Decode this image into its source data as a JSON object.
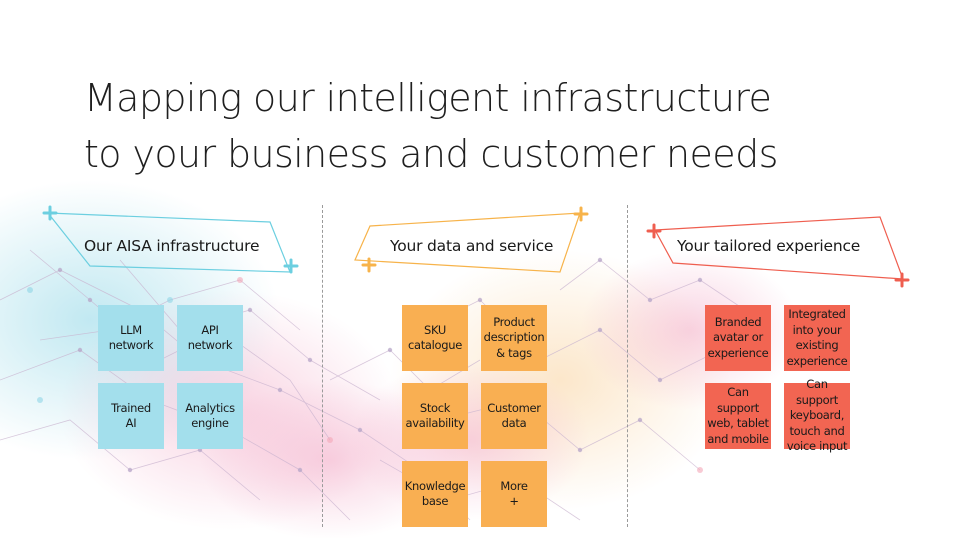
{
  "title": {
    "line1": "Mapping our intelligent infrastructure",
    "line2": "to your business and customer needs"
  },
  "columns": [
    {
      "header": "Our AISA infrastructure",
      "accent": "#6ccfe0",
      "tiles": [
        "LLM\nnetwork",
        "API\nnetwork",
        "Trained\nAI",
        "Analytics\nengine"
      ]
    },
    {
      "header": "Your data and service",
      "accent": "#f7b34a",
      "tiles": [
        "SKU\ncatalogue",
        "Product\ndescription\n& tags",
        "Stock\navailability",
        "Customer\ndata",
        "Knowledge\nbase",
        "More\n+"
      ]
    },
    {
      "header": "Your tailored experience",
      "accent": "#ef5e4f",
      "tiles": [
        "Branded\navatar or\nexperience",
        "Integrated\ninto your\nexisting\nexperience",
        "Can support\nweb, tablet\nand mobile",
        "Can support\nkeyboard,\ntouch and\nvoice input"
      ]
    }
  ]
}
